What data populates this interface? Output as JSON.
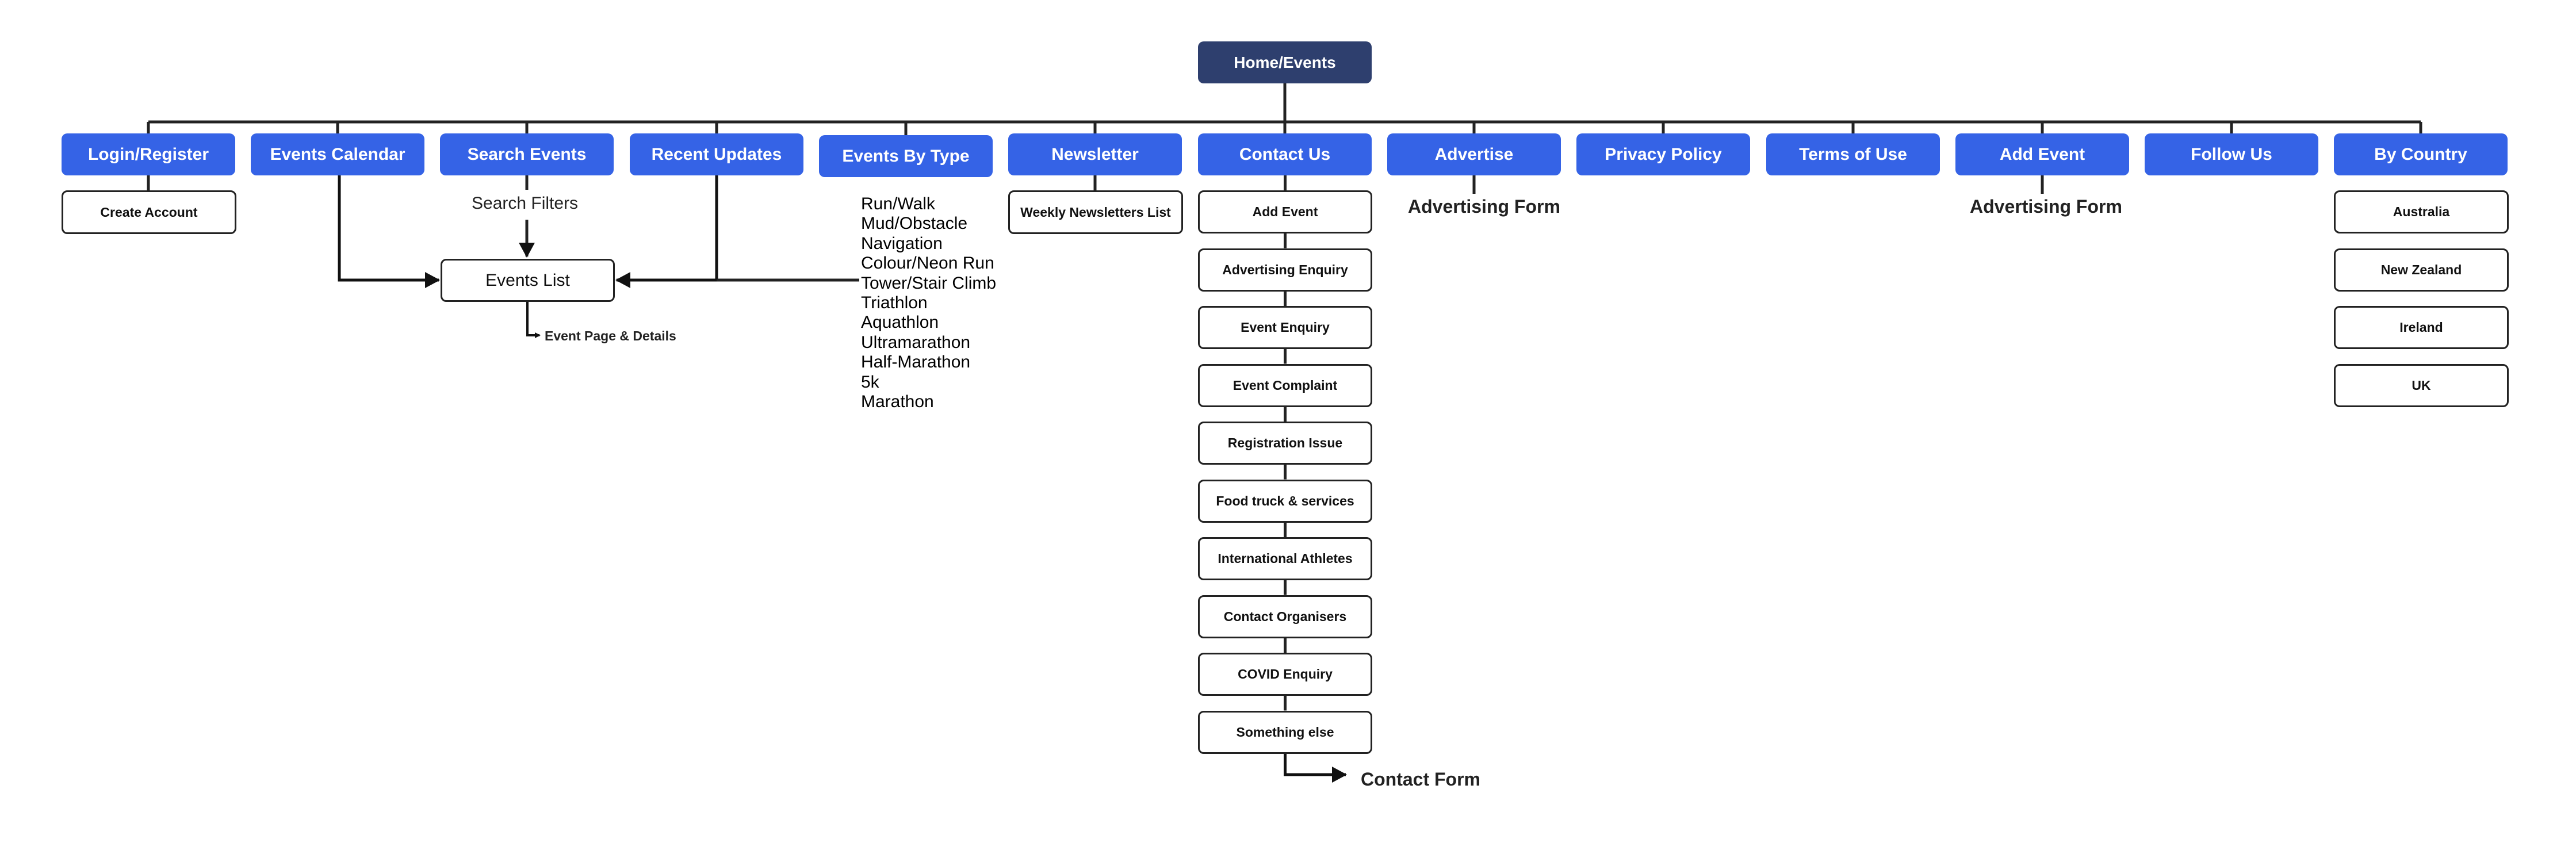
{
  "root": {
    "label": "Home/Events"
  },
  "categories": [
    "Login/Register",
    "Events Calendar",
    "Search Events",
    "Recent Updates",
    "Events By Type",
    "Newsletter",
    "Contact Us",
    "Advertise",
    "Privacy Policy",
    "Terms of Use",
    "Add Event",
    "Follow Us",
    "By Country"
  ],
  "login": {
    "create_account": "Create Account"
  },
  "search": {
    "filters": "Search Filters"
  },
  "events_list": {
    "label": "Events List",
    "detail": "Event Page & Details"
  },
  "event_types": [
    "Run/Walk",
    "Mud/Obstacle",
    "Navigation",
    "Colour/Neon Run",
    "Tower/Stair Climb",
    "Triathlon",
    "Aquathlon",
    "Ultramarathon",
    "Half-Marathon",
    "5k",
    "Marathon"
  ],
  "newsletter": {
    "weekly_list": "Weekly Newsletters List"
  },
  "contact": {
    "items": [
      "Add Event",
      "Advertising Enquiry",
      "Event Enquiry",
      "Event Complaint",
      "Registration Issue",
      "Food truck & services",
      "International Athletes",
      "Contact Organisers",
      "COVID Enquiry",
      "Something else"
    ],
    "form": "Contact Form"
  },
  "advertise": {
    "form": "Advertising Form"
  },
  "add_event": {
    "form": "Advertising Form"
  },
  "countries": [
    "Australia",
    "New Zealand",
    "Ireland",
    "UK"
  ],
  "colors": {
    "root_fill": "#2e3f6e",
    "category_fill": "#3563e6",
    "box_border": "#222222",
    "connector": "#333333"
  }
}
